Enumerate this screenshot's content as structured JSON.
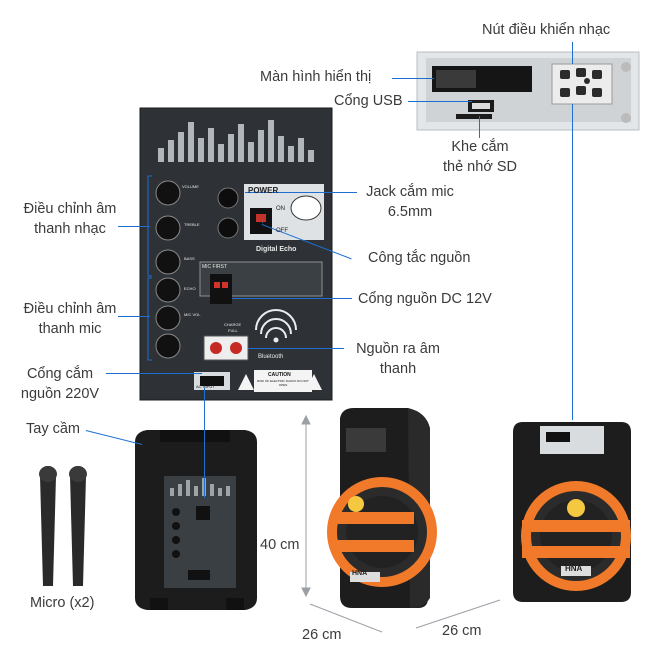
{
  "labels": {
    "music_buttons": "Nút điều khiển nhạc",
    "display": "Màn hình hiển thị",
    "usb_port": "Cổng USB",
    "sd_slot_line1": "Khe cắm",
    "sd_slot_line2": "thẻ  nhớ SD",
    "mic_jack_line1": "Jack cắm mic",
    "mic_jack_line2": "6.5mm",
    "music_adjust_line1": "Điều chỉnh âm",
    "music_adjust_line2": "thanh nhạc",
    "power_switch": "Công tắc nguồn",
    "mic_adjust_line1": "Điều chỉnh âm",
    "mic_adjust_line2": "thanh mic",
    "dc_port": "Cổng nguồn DC 12V",
    "audio_out_line1": "Nguồn ra âm",
    "audio_out_line2": "thanh",
    "ac_port_line1": "Cổng cắm",
    "ac_port_line2": "nguồn 220V",
    "handle": "Tay cầm",
    "micro": "Micro (x2)",
    "height": "40 cm",
    "width": "26 cm",
    "depth": "26 cm"
  },
  "panel_text": {
    "power": "POWER",
    "on": "ON",
    "off": "OFF",
    "digital_echo": "Digital Echo",
    "mic_first": "MIC FIRST",
    "bluetooth": "Bluetooth",
    "ac_input": "AC INPUT",
    "caution": "CAUTION",
    "caution_sub": "RISK OF ELECTRIC SHOCK DO NOT OPEN",
    "volume": "VOLUME",
    "treble": "TREBLE",
    "bass": "BASS",
    "echo": "ECHO",
    "mic_vol": "MIC VOL",
    "charge": "CHARGE",
    "full": "FULL"
  },
  "brand": "HNA",
  "colors": {
    "accent": "#1e6fd0",
    "speaker_orange": "#f07a2a",
    "speaker_body": "#1c1c1c"
  }
}
